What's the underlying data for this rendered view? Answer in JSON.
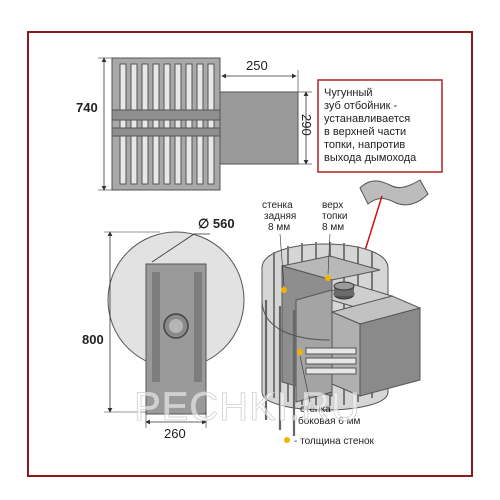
{
  "colors": {
    "frame": "#8b1a1a",
    "steel": "#9a9a9a",
    "steel_dark": "#6f6f6f",
    "steel_light": "#c4c4c4",
    "accent_dot": "#f0b400"
  },
  "top_view": {
    "dim_width": "250",
    "dim_depth": "740",
    "dim_channel": "290"
  },
  "front_view": {
    "dim_diameter": "∅ 560",
    "dim_height": "800",
    "dim_channel_width": "260"
  },
  "callout": {
    "lines": [
      "Чугунный",
      "зуб отбойник -",
      "устанавливается",
      "в верхней части",
      "топки, напротив",
      "выхода дымохода"
    ]
  },
  "labels": {
    "back_wall": [
      "стенка",
      "задняя",
      "8 мм"
    ],
    "top_of_firebox": [
      "верх",
      "топки",
      "8 мм"
    ],
    "side_wall": [
      "стенка",
      "боковая 6 мм"
    ],
    "legend_text": "- толщина стенок"
  },
  "watermark": "PECHKI.RU",
  "icons": [
    "wall-thickness-dot-icon"
  ]
}
